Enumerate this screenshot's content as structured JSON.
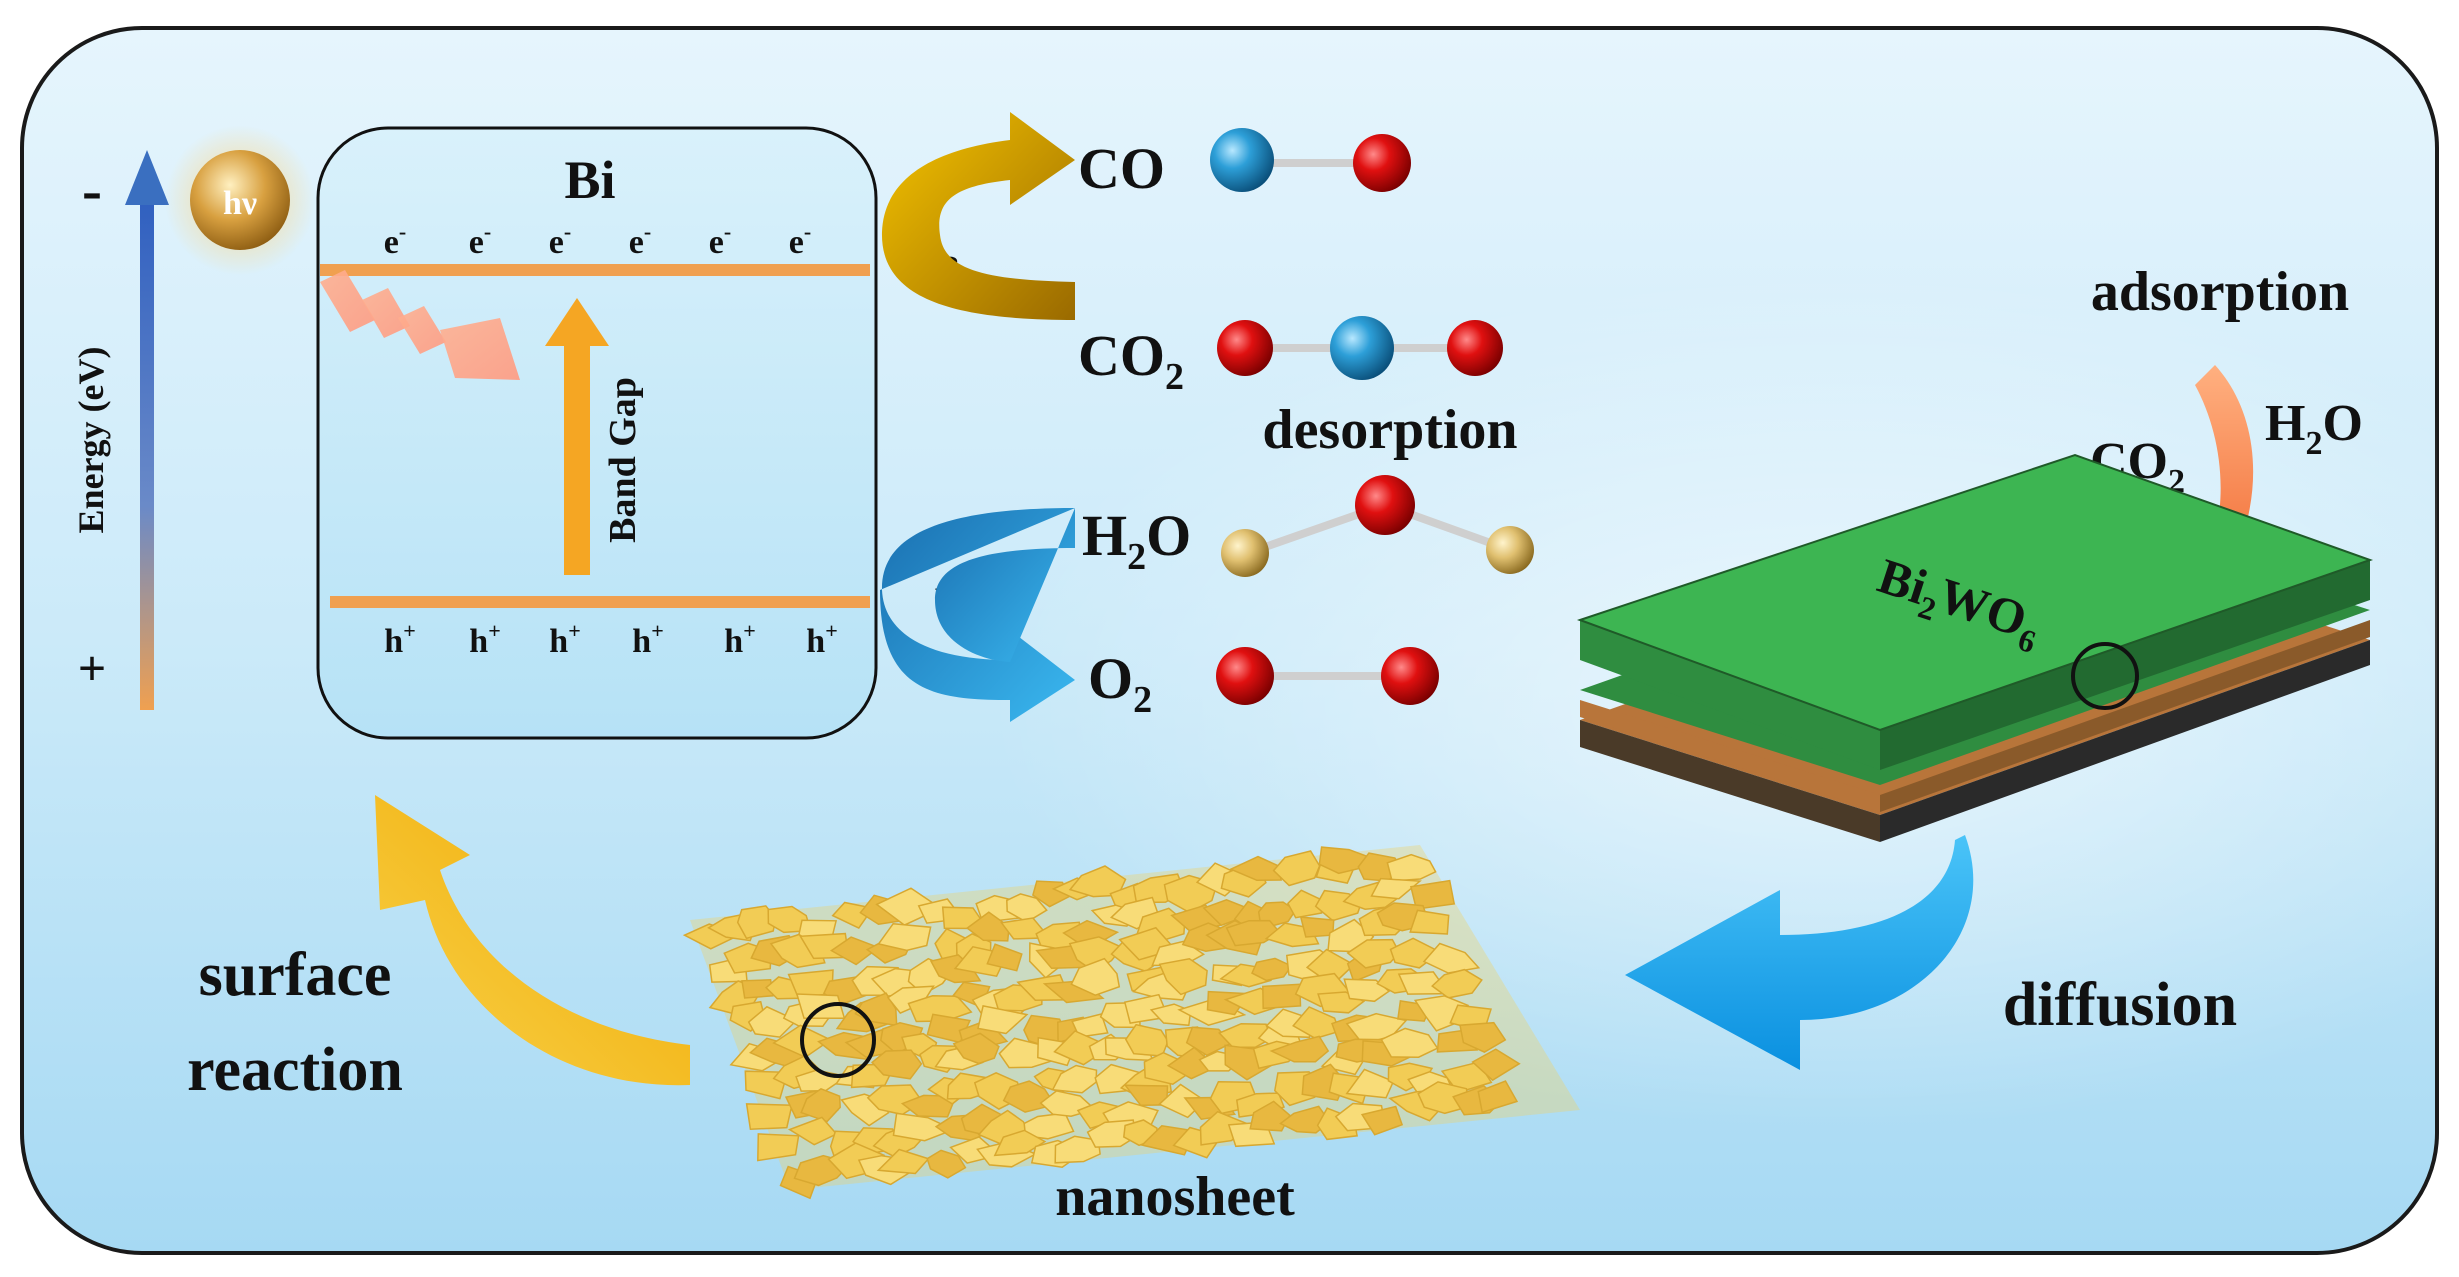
{
  "energy_axis": {
    "label": "Energy (eV)",
    "minus": "-",
    "plus": "+"
  },
  "photon": {
    "label": "hν"
  },
  "bi_box": {
    "title": "Bi",
    "cb_label": "CB",
    "vb_label": "VB",
    "gap_label": "Band Gap",
    "electrons": [
      "e-",
      "e-",
      "e-",
      "e-",
      "e-",
      "e-"
    ],
    "holes": [
      "h+",
      "h+",
      "h+",
      "h+",
      "h+",
      "h+"
    ]
  },
  "molecules": {
    "co": "CO",
    "co2_base": "CO",
    "co2_sub": "2",
    "h2o_pre": "H",
    "h2o_sub": "2",
    "h2o_post": "O",
    "o2_base": "O",
    "o2_sub": "2",
    "desorption": "desorption"
  },
  "steps": {
    "adsorption": "adsorption",
    "diffusion": "diffusion",
    "surface_reaction_line1": "surface",
    "surface_reaction_line2": "reaction",
    "nanosheet": "nanosheet"
  },
  "slab": {
    "label_bi": "Bi",
    "label_bi_sub": "2",
    "label_w": "W",
    "label_o": "O",
    "label_o_sub": "6",
    "co2_base": "CO",
    "co2_sub": "2",
    "h2o_pre": "H",
    "h2o_sub": "2",
    "h2o_post": "O"
  },
  "colors": {
    "background_top": "#e4f4fc",
    "background_bottom": "#a9dbf4",
    "band_line": "#f0a050",
    "gap_arrow": "#f5a623",
    "cb_arrow": "#c79500",
    "vb_arrow": "#1e90d8",
    "energy_arrow": "#3a6fc0",
    "oxygen_atom": "#e01010",
    "carbon_atom": "#2d9fd8",
    "hydrogen_atom": "#e8c870",
    "slab_green": "#36a84a",
    "slab_brown": "#b8753a",
    "nanosheet": "#f2d060",
    "adsorption_arrow": "#f07030",
    "diffusion_arrow": "#1ea0e8",
    "surface_arrow": "#f5c000"
  }
}
